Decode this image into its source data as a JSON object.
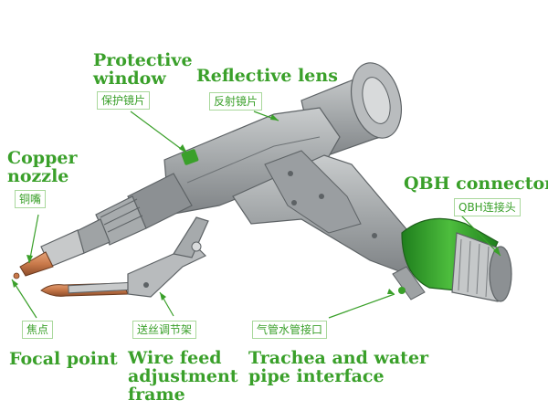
{
  "labels": {
    "protective_window": {
      "en_line1": "Protective",
      "en_line2": "window",
      "cn": "保护镜片"
    },
    "reflective_lens": {
      "en": "Reflective lens",
      "cn": "反射镜片"
    },
    "copper_nozzle": {
      "en_line1": "Copper",
      "en_line2": "nozzle",
      "cn": "铜嘴"
    },
    "qbh_connector": {
      "en": "QBH connector",
      "cn": "QBH连接头"
    },
    "focal_point": {
      "en": "Focal point",
      "cn": "焦点"
    },
    "wire_feed": {
      "en_line1": "Wire feed",
      "en_line2": "adjustment",
      "en_line3": "frame",
      "cn": "送丝调节架"
    },
    "trachea_water": {
      "en_line1": "Trachea and water",
      "en_line2": "pipe interface",
      "cn": "气管水管接口"
    }
  },
  "colors": {
    "label_green": "#3aa02a",
    "body_gray": "#a9acae",
    "connector_green": "#2ea12a",
    "nozzle_copper": "#c9794a"
  }
}
